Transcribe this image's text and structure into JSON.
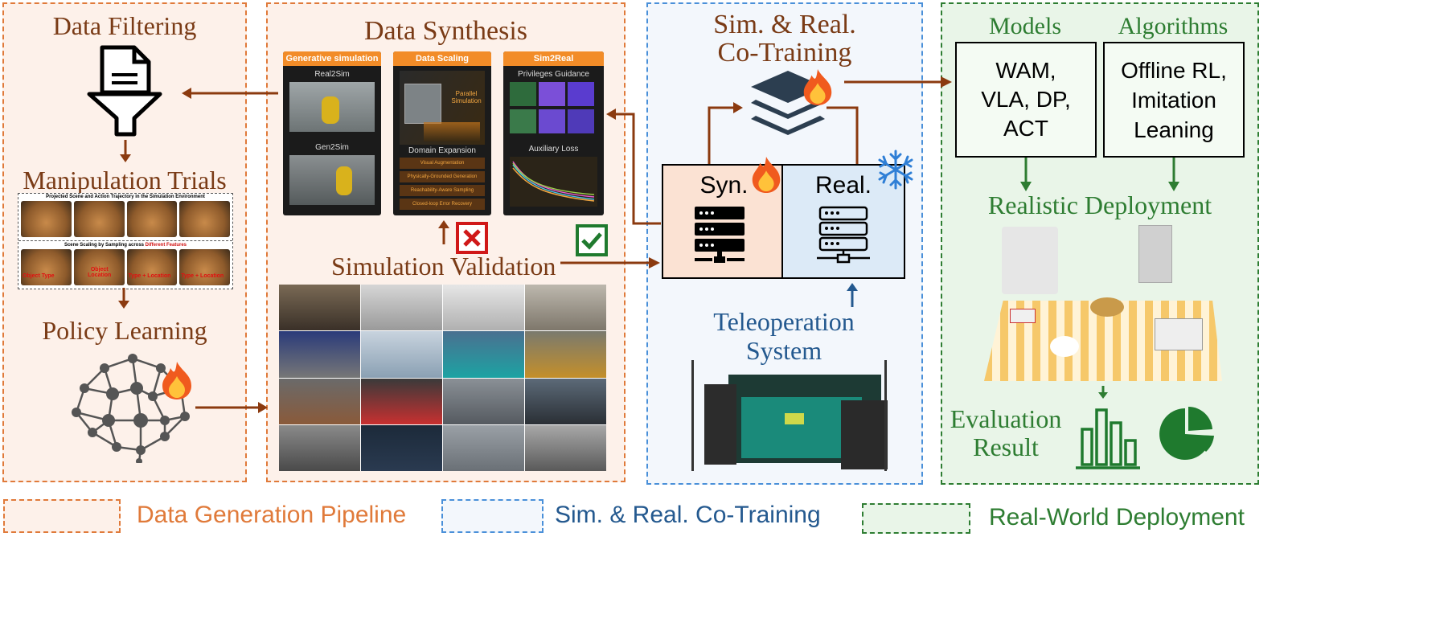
{
  "colors": {
    "orange": "#e07a3a",
    "blue": "#4a90d9",
    "green": "#2e7d32",
    "brown": "#7a3b16"
  },
  "data_filtering": {
    "title": "Data Filtering"
  },
  "manipulation_trials": {
    "title": "Manipulation Trials",
    "strip_top": "Projected Scene and Action Trajectory in the Simulation Environment",
    "strip_bottom_prefix": "Scene Scaling by Sampling across ",
    "strip_bottom_highlight": "Different Features",
    "feature_labels": [
      "Object Type",
      "Object Location",
      "Type + Location",
      "Type + Location"
    ]
  },
  "policy_learning": {
    "title": "Policy Learning"
  },
  "data_synthesis": {
    "title": "Data Synthesis",
    "cards": [
      {
        "header": "Generative simulation",
        "sub1": "Real2Sim",
        "sub2": "Gen2Sim"
      },
      {
        "header": "Data Scaling",
        "sub1": "Parallel Simulation",
        "sub2": "Domain Expansion",
        "items": [
          "Visual Augmentation",
          "Physically-Grounded Generation",
          "Reachability-Aware Sampling",
          "Closed-loop Error Recovery"
        ]
      },
      {
        "header": "Sim2Real",
        "sub1": "Privileges Guidance",
        "sub2": "Auxiliary Loss"
      }
    ]
  },
  "simulation_validation": {
    "title": "Simulation Validation"
  },
  "cotraining": {
    "title_line1": "Sim. & Real.",
    "title_line2": "Co-Training",
    "syn_label": "Syn.",
    "real_label": "Real."
  },
  "teleoperation": {
    "line1": "Teleoperation",
    "line2": "System"
  },
  "models": {
    "title": "Models",
    "text": "WAM, VLA, DP, ACT"
  },
  "algorithms": {
    "title": "Algorithms",
    "text": "Offline RL, Imitation Leaning"
  },
  "deployment": {
    "title": "Realistic Deployment"
  },
  "evaluation": {
    "line1": "Evaluation",
    "line2": "Result"
  },
  "legend": [
    {
      "label": "Data Generation Pipeline",
      "color": "#e07a3a"
    },
    {
      "label": "Sim. & Real. Co-Training",
      "color": "#24598f"
    },
    {
      "label": "Real-World Deployment",
      "color": "#2e7d32"
    }
  ]
}
